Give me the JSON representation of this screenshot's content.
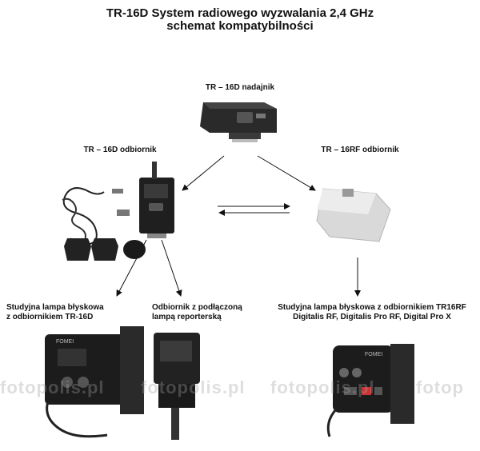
{
  "title_line1": "TR-16D System radiowego wyzwalania  2,4 GHz",
  "title_line2": "schemat kompatybilności",
  "nodes": {
    "transmitter": "TR – 16D nadajnik",
    "receiver_16d": "TR – 16D odbiornik",
    "receiver_16rf": "TR – 16RF odbiornik",
    "studio_lamp_16d": [
      "Studyjna lampa błyskowa",
      "z odbiornikiem TR-16D"
    ],
    "receiver_with_flash": [
      "Odbiornik z podłączoną",
      "lampą reporterską"
    ],
    "studio_lamp_16rf": [
      "Studyjna lampa błyskowa z odbiornikiem TR16RF",
      "Digitalis RF, Digitalis Pro RF, Digital Pro X"
    ]
  },
  "watermarks": [
    "fotopolis.pl",
    "fotopolis.pl",
    "fotopolis.pl",
    "fotop"
  ],
  "device_brand": "FOMEI",
  "icons": [
    "camera-hotshoe-transmitter",
    "radio-receiver",
    "sync-cable",
    "mounting-clips",
    "battery-pack-receiver",
    "studio-flash-head",
    "speedlite-flash"
  ]
}
